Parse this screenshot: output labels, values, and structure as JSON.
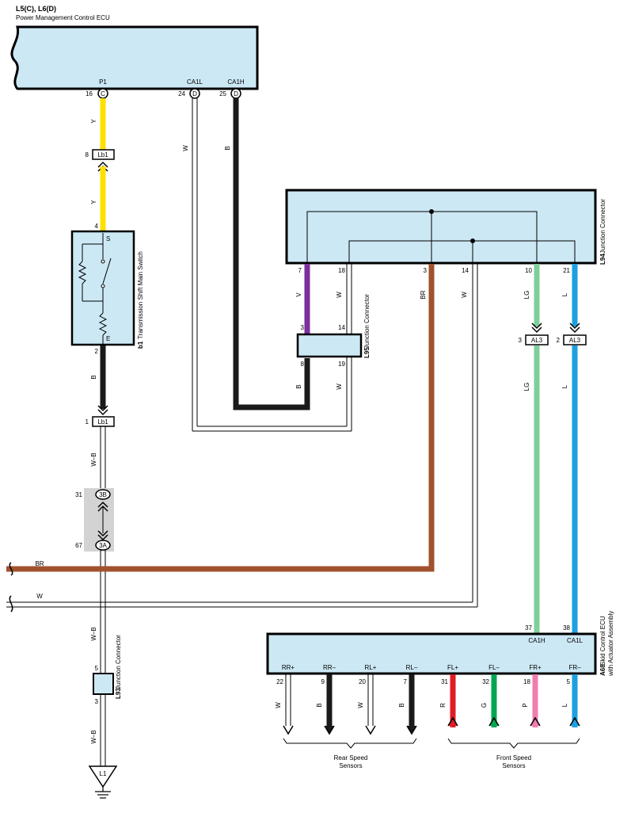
{
  "ecu_top": {
    "code": "L5(C), L6(D)",
    "name": "Power Management Control ECU",
    "pins": [
      {
        "label": "P1",
        "num": "16",
        "conn": "C"
      },
      {
        "label": "CA1L",
        "num": "24",
        "conn": "D"
      },
      {
        "label": "CA1H",
        "num": "25",
        "conn": "D"
      }
    ]
  },
  "junction_l94": {
    "code": "L94",
    "name": "Junction Connector",
    "pins": [
      "7",
      "18",
      "3",
      "14",
      "10",
      "21"
    ]
  },
  "junction_l95": {
    "code": "L95",
    "name": "Junction Connector",
    "pins_top": [
      "3",
      "14"
    ],
    "pins_bottom": [
      "8",
      "19"
    ]
  },
  "switch_b1": {
    "code": "b1",
    "name": "Transmission Shift Main Switch",
    "pin_top": "4",
    "pin_bottom": "2",
    "label_s": "S",
    "label_e": "E"
  },
  "connectors": {
    "lb1_top": {
      "num": "8",
      "label": "Lb1"
    },
    "lb1_bottom": {
      "num": "1",
      "label": "Lb1"
    },
    "al3_lg": {
      "num": "3",
      "label": "AL3"
    },
    "al3_l": {
      "num": "2",
      "label": "AL3"
    },
    "c3b": {
      "num": "31",
      "label": "3B"
    },
    "c3a": {
      "num": "67",
      "label": "3A"
    }
  },
  "junction_l93": {
    "code": "L93",
    "name": "Junction Connector",
    "pin_top": "5",
    "pin_bottom": "3"
  },
  "ground": {
    "label": "L1"
  },
  "ecu_a68": {
    "code": "A68",
    "name": "Skid Control ECU with Actuator Assembly",
    "top_pins": [
      {
        "num": "37",
        "label": "CA1H"
      },
      {
        "num": "38",
        "label": "CA1L"
      }
    ],
    "bottom_pins": [
      {
        "label": "RR+",
        "num": "22",
        "color": "W"
      },
      {
        "label": "RR–",
        "num": "9",
        "color": "B"
      },
      {
        "label": "RL+",
        "num": "20",
        "color": "W"
      },
      {
        "label": "RL–",
        "num": "7",
        "color": "B"
      },
      {
        "label": "FL+",
        "num": "31",
        "color": "R"
      },
      {
        "label": "FL–",
        "num": "32",
        "color": "G"
      },
      {
        "label": "FR+",
        "num": "18",
        "color": "P"
      },
      {
        "label": "FR–",
        "num": "5",
        "color": "L"
      }
    ]
  },
  "wire_labels": {
    "y": "Y",
    "w": "W",
    "b": "B",
    "v": "V",
    "br": "BR",
    "lg": "LG",
    "l": "L",
    "wb": "W–B"
  },
  "sensors": {
    "rear": "Rear Speed Sensors",
    "front": "Front Speed Sensors"
  },
  "colors": {
    "box_fill": "#cce8f4",
    "yellow": "#ffe000",
    "black": "#1a1a1a",
    "purple": "#7b2f9e",
    "brown": "#a0522d",
    "light_green": "#7fcf9c",
    "blue": "#1e9fe0",
    "red": "#e01c24",
    "green": "#00a651",
    "pink": "#f07cb0",
    "gray_box": "#d3d3d3"
  }
}
